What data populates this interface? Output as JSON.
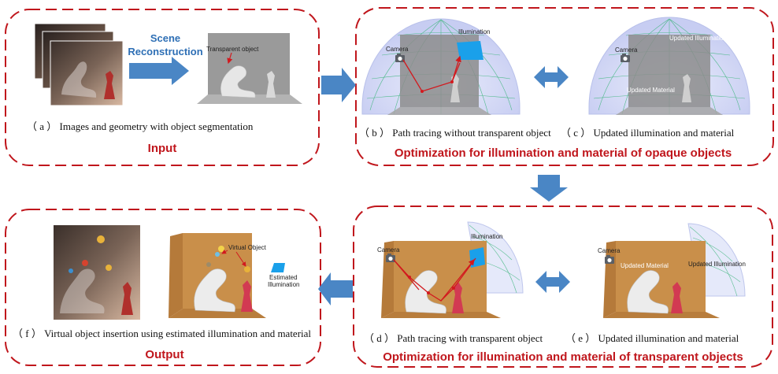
{
  "panels": {
    "input": {
      "title": "Input",
      "caption": "（ a ） Images and geometry with object segmentation",
      "arrow_label_line1": "Scene",
      "arrow_label_line2": "Reconstruction",
      "transparent_object_label": "Transparent object"
    },
    "opaque": {
      "title": "Optimization for illumination and material of opaque objects",
      "caption_b": "（ b ） Path tracing without transparent object",
      "caption_c": "（ c ） Updated illumination and material",
      "camera_label_b": "Camera",
      "illumination_label_b": "Illumination",
      "camera_label_c": "Camera",
      "updated_illumination_label_c": "Updated Illumination",
      "updated_material_label_c": "Updated Material"
    },
    "transparent": {
      "title": "Optimization for illumination and material of transparent objects",
      "caption_d": "（ d ） Path tracing with transparent object",
      "caption_e": "（ e ） Updated illumination and material",
      "camera_label_d": "Camera",
      "illumination_label_d": "Illumination",
      "camera_label_e": "Camera",
      "updated_material_label_e": "Updated Material",
      "updated_illumination_label_e": "Updated Illumination"
    },
    "output": {
      "title": "Output",
      "caption": "（ f ） Virtual object insertion using estimated illumination and material",
      "virtual_object_label": "Virtual Object",
      "estimated_label_line1": "Estimated",
      "estimated_label_line2": "Illumination"
    }
  },
  "colors": {
    "dashed_border": "#c0161c",
    "arrow_blue": "#4a86c5",
    "light_blue": "#1aa0ea",
    "floor_orange": "#c98f4a"
  }
}
